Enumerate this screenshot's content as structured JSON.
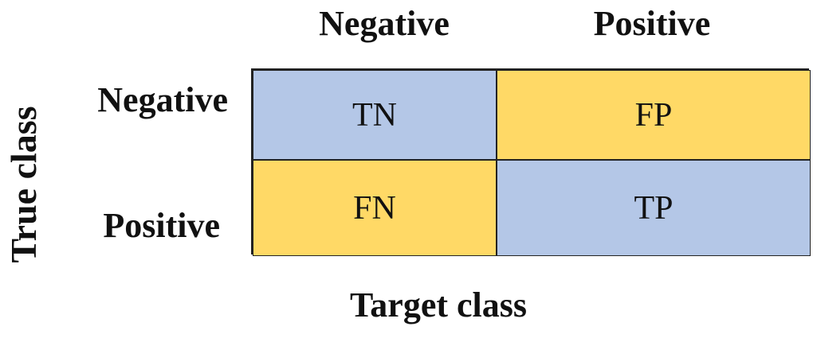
{
  "column_headers": {
    "negative": "Negative",
    "positive": "Positive"
  },
  "row_headers": {
    "negative": "Negative",
    "positive": "Positive"
  },
  "y_axis_label": "True class",
  "x_axis_label": "Target class",
  "cells": {
    "tn": "TN",
    "fp": "FP",
    "fn": "FN",
    "tp": "TP"
  },
  "colors": {
    "correct": "#b4c7e7",
    "error": "#ffd966",
    "border": "#222222"
  }
}
